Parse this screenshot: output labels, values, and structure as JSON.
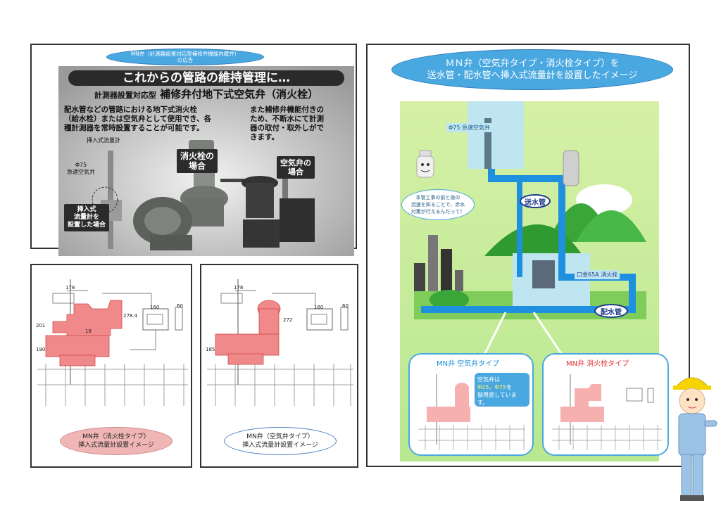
{
  "ad": {
    "header_line1": "MN弁（計測器設置対応型補修弁機能内蔵弁）",
    "header_line2": "の広告",
    "title": "これからの管路の維持管理に…",
    "subtitle_small": "計測器設置対応型",
    "subtitle_big": "補修弁付地下式空気弁（消火栓）",
    "text_left": "配水管などの管路における地下式消火栓\n（給水栓）または空気弁として使用でき、各\n種計測器を常時設置することが可能です。",
    "text_right": "また補修弁機能付きの\nため、不断水にて計測\n器の取付・取外しがで\nきます。",
    "label_flowmeter": "挿入式流量計",
    "label_phi75": "Φ75\n急速空気弁",
    "tag_hydrant": "消火栓の\n場合",
    "tag_airvalve": "空気弁の\n場合",
    "tag_insert": "挿入式\n流量計を\n設置した場合"
  },
  "left_drawing": {
    "caption_line1": "MN弁（消火栓タイプ）",
    "caption_line2": "挿入式流量計設置イメージ"
  },
  "mid_drawing": {
    "caption_line1": "MN弁（空気弁タイプ）",
    "caption_line2": "挿入式流量計設置イメージ"
  },
  "dimensions": {
    "d178": "178",
    "d160": "160",
    "d60": "60",
    "d201": "201",
    "d190": "190",
    "d278": "278.4",
    "d185": "185",
    "d272": "272",
    "d18": "18"
  },
  "right": {
    "title_line1": "ＭＮ弁（空気弁タイプ・消火栓タイプ）を",
    "title_line2": "送水管・配水管へ挿入式流量計を設置したイメージ",
    "label_phi75": "Φ75 急速空気弁",
    "speech": "本管工事の前と後の\n流速を知ることで、赤水\n対策が行えるんだって！",
    "label_supply": "送水管",
    "label_hydrant": "口金65A 消火栓",
    "label_distribution": "配水管",
    "sub_left_title": "MN弁 空気弁タイプ",
    "sub_right_title": "MN弁 消火栓タイプ",
    "note_line1": "空気弁は",
    "note_highlight": "Φ25、Φ75",
    "note_line2": "を",
    "note_line3": "御用意しています。"
  },
  "colors": {
    "accent_blue": "#1e8fd6",
    "pill_blue": "#4aa8e0",
    "pink_fill": "#f08a8a",
    "green": "#8fd86b",
    "pipe_blue": "#1e90e0",
    "red_title": "#e03030"
  }
}
